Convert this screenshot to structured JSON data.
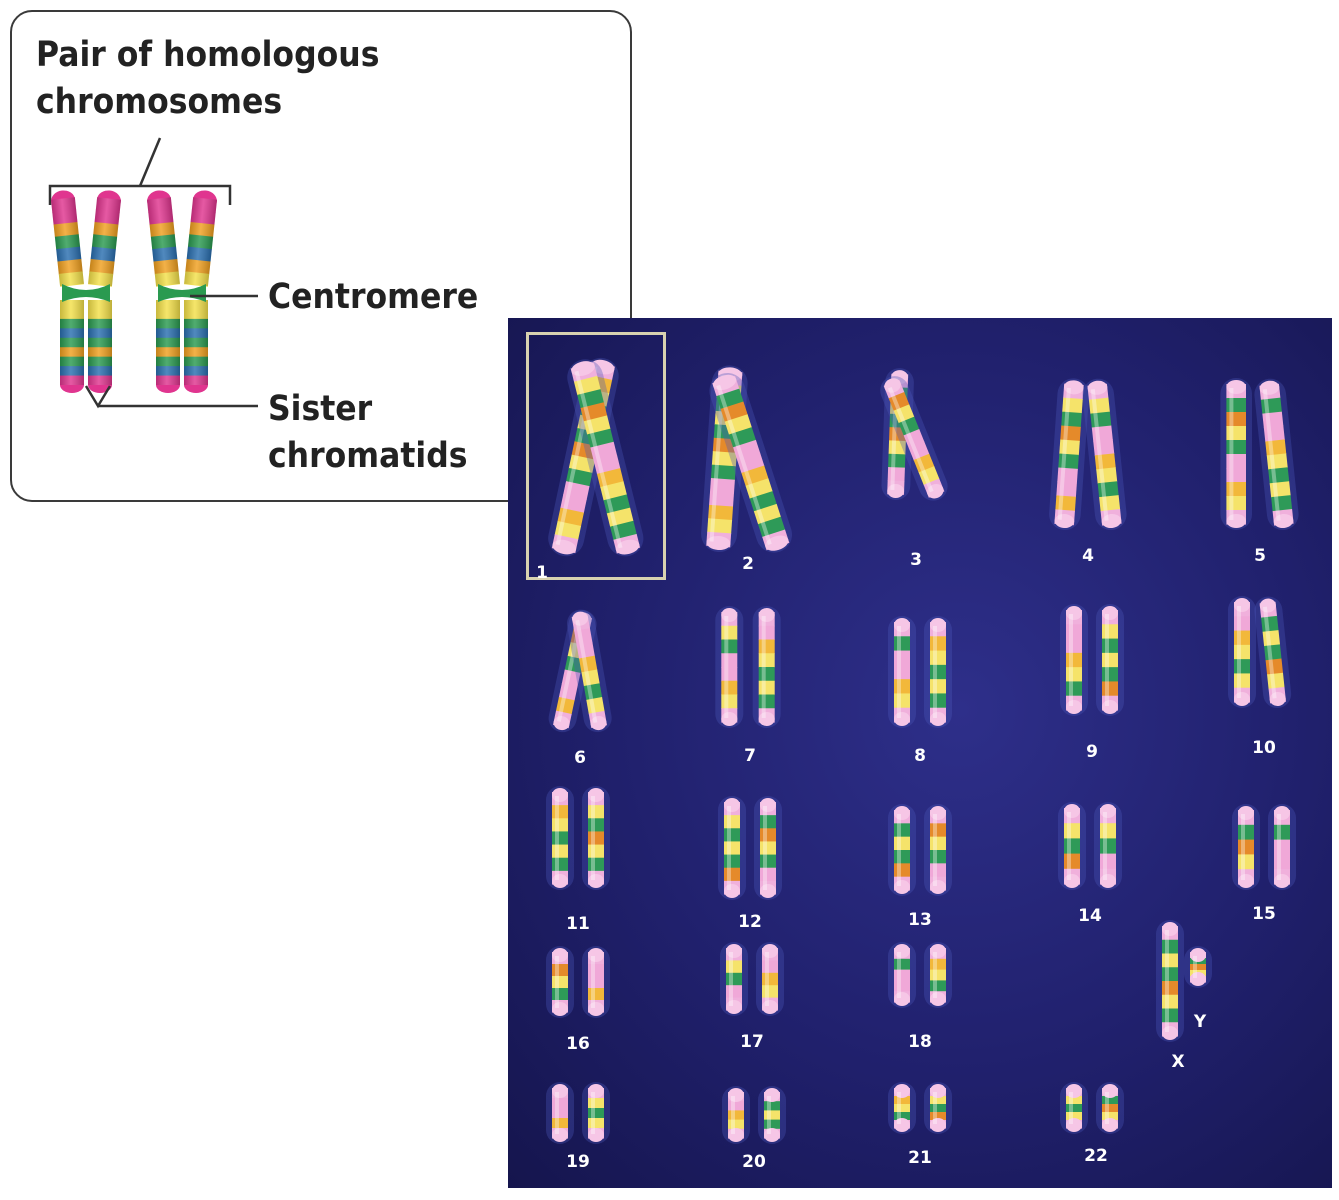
{
  "inset": {
    "title_line1": "Pair of homologous",
    "title_line2": "chromosomes",
    "centromere": "Centromere",
    "sister_line1": "Sister",
    "sister_line2": "chromatids"
  },
  "karyotype": {
    "pairs": [
      "1",
      "2",
      "3",
      "4",
      "5",
      "6",
      "7",
      "8",
      "9",
      "10",
      "11",
      "12",
      "13",
      "14",
      "15",
      "16",
      "17",
      "18",
      "19",
      "20",
      "21",
      "22"
    ],
    "sex_x": "X",
    "sex_y": "Y",
    "highlighted_pair": "1"
  },
  "colors": {
    "band_magenta": "#e0358f",
    "band_orange": "#f0a020",
    "band_green": "#2a9a50",
    "band_yellow": "#f3e04a",
    "band_blue": "#2a6fb0",
    "background": "#20206c"
  }
}
